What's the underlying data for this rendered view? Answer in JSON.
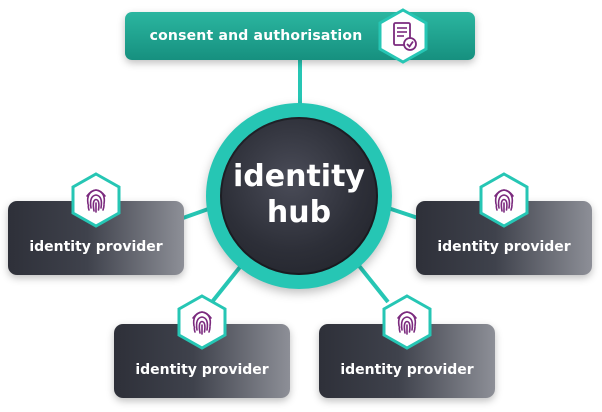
{
  "consent": {
    "label": "consent and authorisation",
    "icon": "document-check-icon"
  },
  "hub": {
    "line1": "identity",
    "line2": "hub"
  },
  "providers": [
    {
      "label": "identity provider",
      "icon": "fingerprint-icon"
    },
    {
      "label": "identity provider",
      "icon": "fingerprint-icon"
    },
    {
      "label": "identity provider",
      "icon": "fingerprint-icon"
    },
    {
      "label": "identity provider",
      "icon": "fingerprint-icon"
    }
  ],
  "colors": {
    "teal": "#26c6b4",
    "teal_dark": "#16907f",
    "hub_core": "#2d2f38",
    "icon_purple": "#7b2a7e",
    "box_dark": "#2e3039"
  }
}
